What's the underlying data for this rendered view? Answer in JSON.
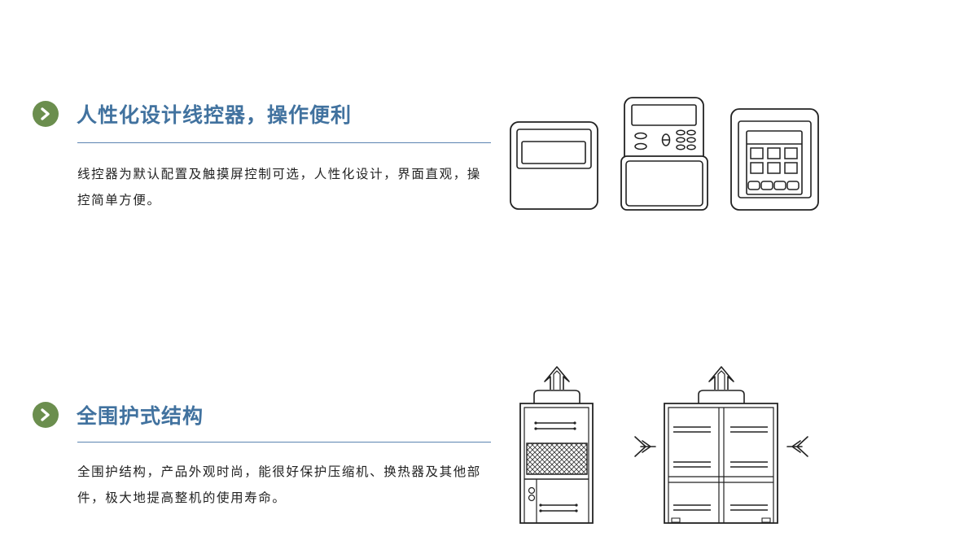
{
  "theme": {
    "accent": "#6b8e4e",
    "title_color": "#41729f",
    "rule_color": "#5b84b1",
    "icon_stroke": "#222222"
  },
  "sections": [
    {
      "icon": "chevron-right-icon",
      "title": "人性化设计线控器，操作便利",
      "description": "线控器为默认配置及触摸屏控制可选，人性化设计，界面直观，操控简单方便。",
      "illustrations": [
        "wired-controller-icon",
        "remote-controller-icon",
        "touchscreen-controller-icon"
      ]
    },
    {
      "icon": "chevron-right-icon",
      "title": "全围护式结构",
      "description": "全围护结构，产品外观时尚，能很好保护压缩机、换热器及其他部件，极大地提高整机的使用寿命。",
      "illustrations": [
        "single-module-unit-icon",
        "double-module-unit-icon"
      ]
    }
  ]
}
